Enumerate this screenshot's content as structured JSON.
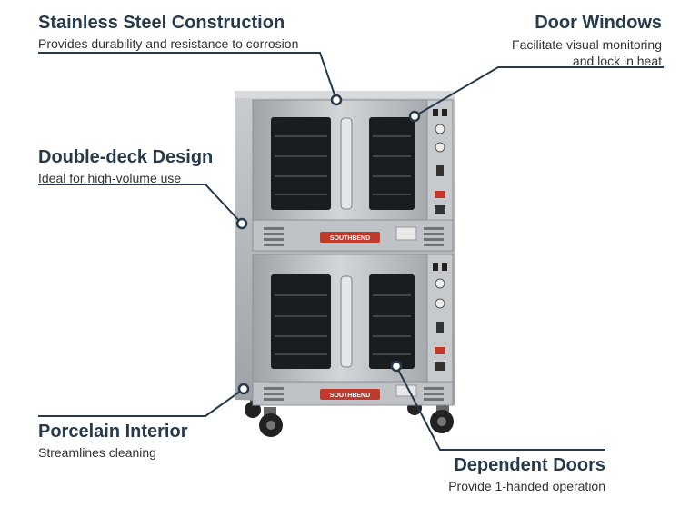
{
  "callouts": {
    "stainless": {
      "title": "Stainless Steel Construction",
      "desc": "Provides durability and resistance to corrosion"
    },
    "door_windows": {
      "title": "Door Windows",
      "desc_line1": "Facilitate visual monitoring",
      "desc_line2": "and lock in heat"
    },
    "double_deck": {
      "title": "Double-deck Design",
      "desc": "Ideal for high-volume use"
    },
    "porcelain": {
      "title": "Porcelain Interior",
      "desc": "Streamlines cleaning"
    },
    "dependent_doors": {
      "title": "Dependent Doors",
      "desc": "Provide 1-handed operation"
    }
  },
  "brand": {
    "badge_text": "SOUTHBEND"
  },
  "colors": {
    "heading": "#263a4c",
    "leader": "#263a4c",
    "steel": "#b9bcc0",
    "window": "#1a1d20",
    "badge": "#c0392b"
  }
}
